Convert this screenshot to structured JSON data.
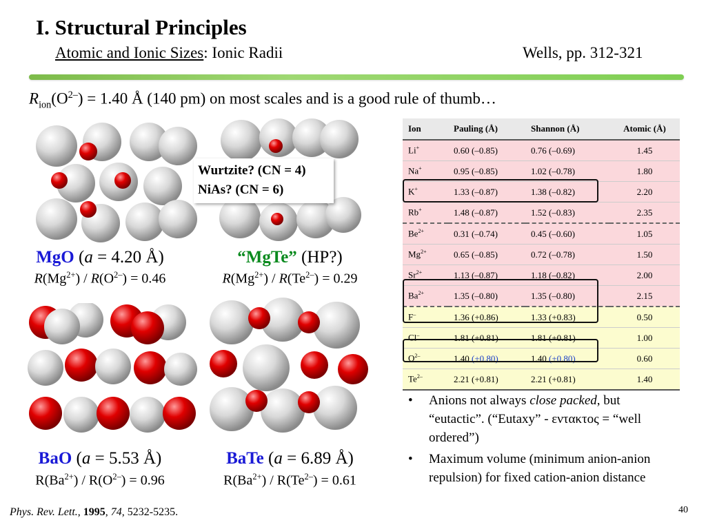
{
  "slide": {
    "title": "I. Structural Principles",
    "subtitle_underlined": "Atomic and Ionic Sizes",
    "subtitle_rest": ": Ionic Radii",
    "reference": "Wells, pp. 312-321",
    "rion": {
      "r": "R",
      "sub": "ion",
      "open": "(O",
      "sup": "2–",
      "rest": ") = 1.40 Å (140 pm) on most scales and is a good rule of thumb…"
    },
    "callout": {
      "line1": "Wurtzite? (CN = 4)",
      "line2": "NiAs? (CN = 6)"
    },
    "page_number": "40",
    "footer": {
      "journal": "Phys. Rev. Lett.",
      "sep1": ", ",
      "year": "1995",
      "sep2": ", ",
      "volume": "74",
      "pages": ", 5232-5235."
    },
    "colors": {
      "anion": "#d9d9d9",
      "cation": "#e00000",
      "accent_blue": "#1a1ad6",
      "accent_green": "#0a8a1e",
      "table_pink": "#fbd8dc",
      "table_yellow": "#fcfccf"
    }
  },
  "crystals": [
    {
      "name": "MgO",
      "formula": "MgO",
      "lattice_a": "4.20 Å",
      "ratio": {
        "r1": "R",
        "c": "(Mg",
        "csup": "2+",
        "mid": ") / ",
        "r2": "R",
        "a": "(O",
        "asup": "2–",
        "end": ") = 0.46"
      }
    },
    {
      "name": "MgTe",
      "q1": "“",
      "formula": "MgTe",
      "q2": "”",
      "extra": " (HP?)",
      "ratio": {
        "r1": "R",
        "c": "(Mg",
        "csup": "2+",
        "mid": ") / ",
        "r2": "R",
        "a": "(Te",
        "asup": "2–",
        "end": ") = 0.29"
      }
    },
    {
      "name": "BaO",
      "formula": "BaO",
      "lattice_a": "5.53 Å",
      "ratio": {
        "r1": "R",
        "c": "(Ba",
        "csup": "2+",
        "mid": ") / ",
        "r2": "R",
        "a": "(O",
        "asup": "2–",
        "end": ") = 0.96"
      }
    },
    {
      "name": "BaTe",
      "formula": "BaTe",
      "lattice_a": "6.89 Å",
      "ratio": {
        "r1": "R",
        "c": "(Ba",
        "csup": "2+",
        "mid": ") / ",
        "r2": "R",
        "a": "(Te",
        "asup": "2–",
        "end": ") = 0.61"
      }
    }
  ],
  "table": {
    "headers": [
      "Ion",
      "Pauling (Å)",
      "Shannon (Å)",
      "Atomic (Å)"
    ],
    "rows": [
      {
        "ion": "Li",
        "sup": "+",
        "pauling": "0.60 (–0.85)",
        "shannon": "0.76 (–0.69)",
        "atomic": "1.45"
      },
      {
        "ion": "Na",
        "sup": "+",
        "pauling": "0.95 (–0.85)",
        "shannon": "1.02 (–0.78)",
        "atomic": "1.80"
      },
      {
        "ion": "K",
        "sup": "+",
        "pauling": "1.33 (–0.87)",
        "shannon": "1.38 (–0.82)",
        "atomic": "2.20"
      },
      {
        "ion": "Rb",
        "sup": "+",
        "pauling": "1.48 (–0.87)",
        "shannon": "1.52 (–0.83)",
        "atomic": "2.35"
      },
      {
        "ion": "Be",
        "sup": "2+",
        "pauling": "0.31 (–0.74)",
        "shannon": "0.45 (–0.60)",
        "atomic": "1.05"
      },
      {
        "ion": "Mg",
        "sup": "2+",
        "pauling": "0.65 (–0.85)",
        "shannon": "0.72 (–0.78)",
        "atomic": "1.50"
      },
      {
        "ion": "Sr",
        "sup": "2+",
        "pauling": "1.13 (–0.87)",
        "shannon": "1.18 (–0.82)",
        "atomic": "2.00"
      },
      {
        "ion": "Ba",
        "sup": "2+",
        "pauling": "1.35 (–0.80)",
        "shannon": "1.35 (–0.80)",
        "atomic": "2.15"
      },
      {
        "ion": "F",
        "sup": "–",
        "pauling": "1.36 (+0.86)",
        "shannon": "1.33 (+0.83)",
        "atomic": "0.50"
      },
      {
        "ion": "Cl",
        "sup": "–",
        "pauling": "1.81 (+0.81)",
        "shannon": "1.81 (+0.81)",
        "atomic": "1.00"
      },
      {
        "ion": "O",
        "sup": "2–",
        "pauling_val": "1.40",
        "pauling_paren": "(+0.80)",
        "shannon_val": "1.40",
        "shannon_paren": "(+0.80)",
        "atomic": "0.60"
      },
      {
        "ion": "Te",
        "sup": "2–",
        "pauling": "2.21 (+0.81)",
        "shannon": "2.21 (+0.81)",
        "atomic": "1.40"
      }
    ]
  },
  "bullets": [
    {
      "pre": "Anions not always ",
      "em": "close packed",
      "post": ", but “eutactic”. (“Eutaxy”  - εντακτος = “well ordered”)"
    },
    {
      "text": "Maximum volume (minimum anion-anion repulsion) for fixed cation-anion distance"
    }
  ]
}
